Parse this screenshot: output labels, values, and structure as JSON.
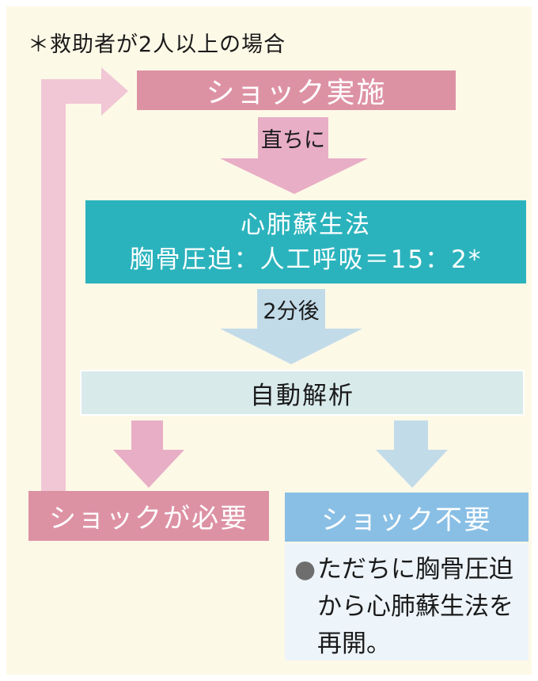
{
  "page": {
    "background_color": "#FDF9E7",
    "border_color": "#FFFFFF"
  },
  "note": {
    "text": "＊救助者が2人以上の場合"
  },
  "colors": {
    "strong_pink_box": "#DD92A4",
    "mid_pink_arrow": "#E8AEC6",
    "light_pink_loop_arrow": "#F1C6D5",
    "teal_box": "#2BB3BD",
    "pale_teal_box": "#D9EAEB",
    "light_blue_arrow": "#C2DBE9",
    "blue_box": "#89BFE5",
    "pale_blue_panel": "#EDF4FA",
    "bullet_gray": "#6E6E6E",
    "text_black": "#1A1A1A",
    "text_white": "#FFFFFF"
  },
  "flow": {
    "shock_box": {
      "label": "ショック実施"
    },
    "arrow_immediately": {
      "label": "直ちに"
    },
    "cpr_box": {
      "line1": "心肺蘇生法",
      "line2": "胸骨圧迫：人工呼吸＝15：2*"
    },
    "arrow_2min": {
      "label": "2分後"
    },
    "analysis_box": {
      "label": "自動解析"
    },
    "need_box": {
      "label": "ショックが必要"
    },
    "noneed_box": {
      "label": "ショック不要"
    },
    "noneed_note": {
      "bullet": "●",
      "lines": [
        "ただちに胸骨圧迫",
        "から心肺蘇生法を",
        "再開。"
      ]
    }
  }
}
